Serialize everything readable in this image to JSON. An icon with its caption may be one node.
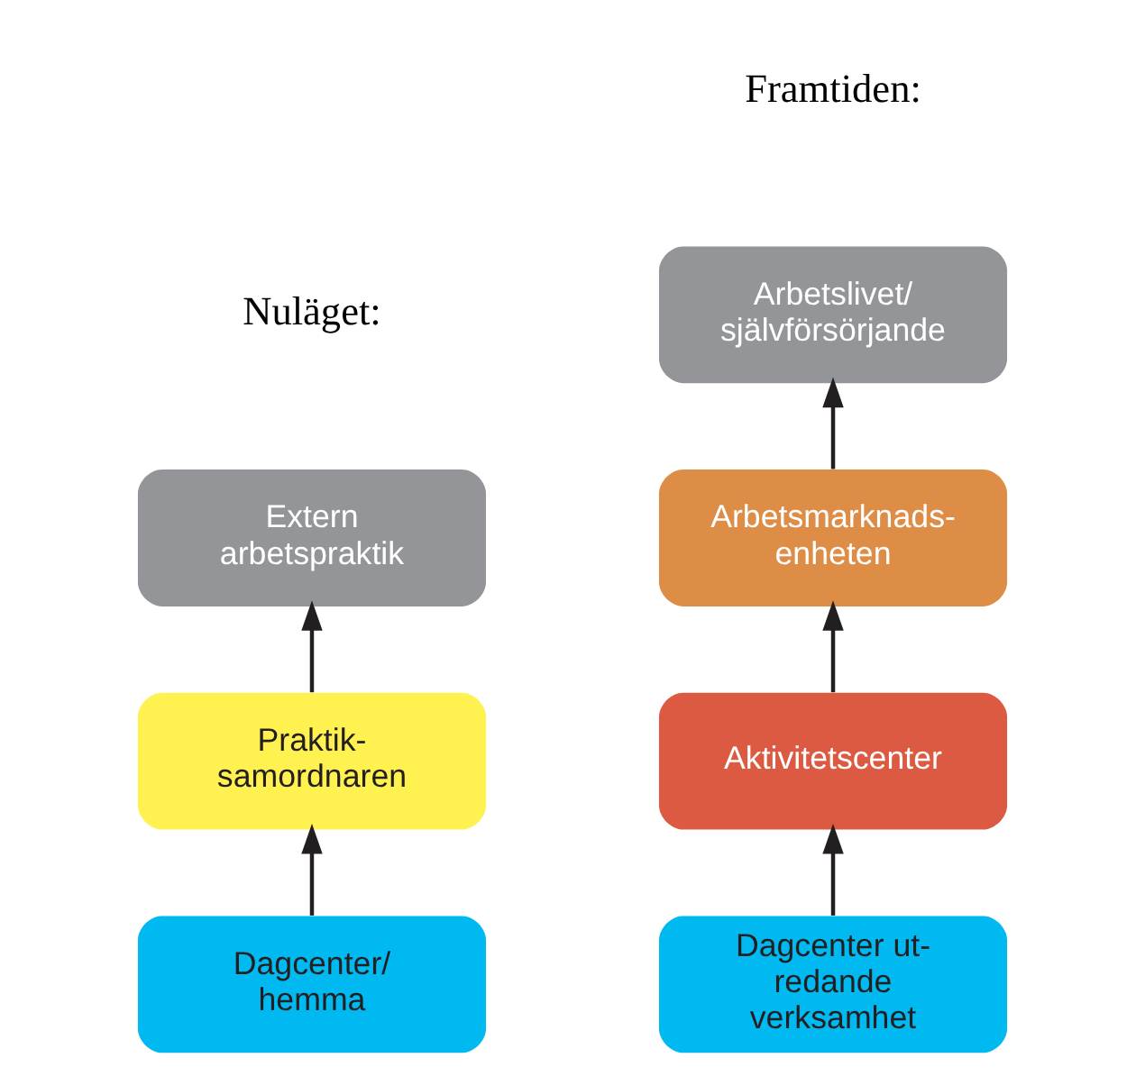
{
  "diagram": {
    "nodes": [
      {
        "text": [
          "Extern arbetspraktik"
        ]
      },
      {
        "text": [
          "Praktik- samordnaren"
        ]
      },
      {
        "text": [
          "Dagcenter/ hemma"
        ]
      },
      {
        "text": [
          "Arbetslivet/ självförsörjande"
        ]
      },
      {
        "text": [
          "Arbetsmarknads- enheten"
        ]
      },
      {
        "text": [
          "Aktivitetscenter"
        ]
      },
      {
        "text": [
          "Dagcenter ut- redande verksamhet"
        ]
      }
    ],
    "edges": [
      {
        "from": 1,
        "to": 0,
        "arrow": "to"
      },
      {
        "from": 2,
        "to": 1,
        "arrow": "to"
      },
      {
        "from": 4,
        "to": 3,
        "arrow": "to"
      },
      {
        "from": 5,
        "to": 4,
        "arrow": "to"
      },
      {
        "from": 6,
        "to": 5,
        "arrow": "to"
      }
    ],
    "labels": [
      "Nuläget:",
      "Framtiden:"
    ]
  }
}
